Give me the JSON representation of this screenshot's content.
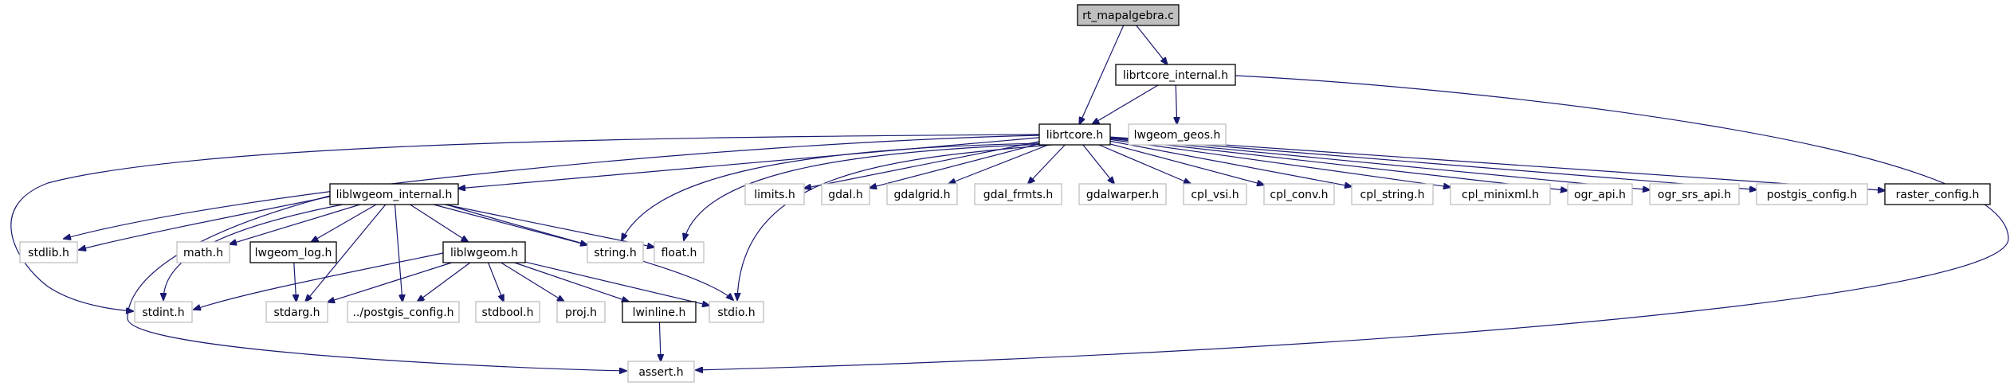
{
  "diagram": {
    "nodes": [
      {
        "id": "rt_mapalgebra_c",
        "label": "rt_mapalgebra.c",
        "style": "root"
      },
      {
        "id": "librtcore_internal_h",
        "label": "librtcore_internal.h",
        "style": "documented"
      },
      {
        "id": "librtcore_h",
        "label": "librtcore.h",
        "style": "documented"
      },
      {
        "id": "lwgeom_geos_h",
        "label": "lwgeom_geos.h",
        "style": "external"
      },
      {
        "id": "liblwgeom_internal_h",
        "label": "liblwgeom_internal.h",
        "style": "documented"
      },
      {
        "id": "limits_h",
        "label": "limits.h",
        "style": "external"
      },
      {
        "id": "gdal_h",
        "label": "gdal.h",
        "style": "external"
      },
      {
        "id": "gdalgrid_h",
        "label": "gdalgrid.h",
        "style": "external"
      },
      {
        "id": "gdal_frmts_h",
        "label": "gdal_frmts.h",
        "style": "external"
      },
      {
        "id": "gdalwarper_h",
        "label": "gdalwarper.h",
        "style": "external"
      },
      {
        "id": "cpl_vsi_h",
        "label": "cpl_vsi.h",
        "style": "external"
      },
      {
        "id": "cpl_conv_h",
        "label": "cpl_conv.h",
        "style": "external"
      },
      {
        "id": "cpl_string_h",
        "label": "cpl_string.h",
        "style": "external"
      },
      {
        "id": "cpl_minixml_h",
        "label": "cpl_minixml.h",
        "style": "external"
      },
      {
        "id": "ogr_api_h",
        "label": "ogr_api.h",
        "style": "external"
      },
      {
        "id": "ogr_srs_api_h",
        "label": "ogr_srs_api.h",
        "style": "external"
      },
      {
        "id": "postgis_config_h",
        "label": "postgis_config.h",
        "style": "external"
      },
      {
        "id": "raster_config_h",
        "label": "raster_config.h",
        "style": "documented"
      },
      {
        "id": "stdlib_h",
        "label": "stdlib.h",
        "style": "external"
      },
      {
        "id": "math_h",
        "label": "math.h",
        "style": "external"
      },
      {
        "id": "lwgeom_log_h",
        "label": "lwgeom_log.h",
        "style": "documented"
      },
      {
        "id": "liblwgeom_h",
        "label": "liblwgeom.h",
        "style": "documented"
      },
      {
        "id": "string_h",
        "label": "string.h",
        "style": "external"
      },
      {
        "id": "float_h",
        "label": "float.h",
        "style": "external"
      },
      {
        "id": "stdint_h",
        "label": "stdint.h",
        "style": "external"
      },
      {
        "id": "stdarg_h",
        "label": "stdarg.h",
        "style": "external"
      },
      {
        "id": "dotdot_postgis_config_h",
        "label": "../postgis_config.h",
        "style": "external"
      },
      {
        "id": "stdbool_h",
        "label": "stdbool.h",
        "style": "external"
      },
      {
        "id": "proj_h",
        "label": "proj.h",
        "style": "external"
      },
      {
        "id": "lwinline_h",
        "label": "lwinline.h",
        "style": "documented"
      },
      {
        "id": "stdio_h",
        "label": "stdio.h",
        "style": "external"
      },
      {
        "id": "assert_h",
        "label": "assert.h",
        "style": "external"
      }
    ],
    "edges": [
      [
        "rt_mapalgebra_c",
        "librtcore_internal_h"
      ],
      [
        "rt_mapalgebra_c",
        "librtcore_h"
      ],
      [
        "librtcore_internal_h",
        "librtcore_h"
      ],
      [
        "librtcore_internal_h",
        "lwgeom_geos_h"
      ],
      [
        "librtcore_internal_h",
        "assert_h"
      ],
      [
        "librtcore_h",
        "stdint_h"
      ],
      [
        "librtcore_h",
        "stdlib_h"
      ],
      [
        "librtcore_h",
        "liblwgeom_internal_h"
      ],
      [
        "librtcore_h",
        "string_h"
      ],
      [
        "librtcore_h",
        "float_h"
      ],
      [
        "librtcore_h",
        "stdio_h"
      ],
      [
        "librtcore_h",
        "limits_h"
      ],
      [
        "librtcore_h",
        "gdal_h"
      ],
      [
        "librtcore_h",
        "gdalgrid_h"
      ],
      [
        "librtcore_h",
        "gdal_frmts_h"
      ],
      [
        "librtcore_h",
        "gdalwarper_h"
      ],
      [
        "librtcore_h",
        "cpl_vsi_h"
      ],
      [
        "librtcore_h",
        "cpl_conv_h"
      ],
      [
        "librtcore_h",
        "cpl_string_h"
      ],
      [
        "librtcore_h",
        "cpl_minixml_h"
      ],
      [
        "librtcore_h",
        "ogr_api_h"
      ],
      [
        "librtcore_h",
        "ogr_srs_api_h"
      ],
      [
        "librtcore_h",
        "postgis_config_h"
      ],
      [
        "librtcore_h",
        "raster_config_h"
      ],
      [
        "liblwgeom_internal_h",
        "stdlib_h"
      ],
      [
        "liblwgeom_internal_h",
        "stdint_h"
      ],
      [
        "liblwgeom_internal_h",
        "assert_h"
      ],
      [
        "liblwgeom_internal_h",
        "math_h"
      ],
      [
        "liblwgeom_internal_h",
        "lwgeom_log_h"
      ],
      [
        "liblwgeom_internal_h",
        "stdarg_h"
      ],
      [
        "liblwgeom_internal_h",
        "dotdot_postgis_config_h"
      ],
      [
        "liblwgeom_internal_h",
        "liblwgeom_h"
      ],
      [
        "liblwgeom_internal_h",
        "string_h"
      ],
      [
        "liblwgeom_internal_h",
        "float_h"
      ],
      [
        "liblwgeom_internal_h",
        "stdio_h"
      ],
      [
        "lwgeom_log_h",
        "stdarg_h"
      ],
      [
        "liblwgeom_h",
        "stdint_h"
      ],
      [
        "liblwgeom_h",
        "stdarg_h"
      ],
      [
        "liblwgeom_h",
        "dotdot_postgis_config_h"
      ],
      [
        "liblwgeom_h",
        "stdbool_h"
      ],
      [
        "liblwgeom_h",
        "proj_h"
      ],
      [
        "liblwgeom_h",
        "lwinline_h"
      ],
      [
        "liblwgeom_h",
        "stdio_h"
      ],
      [
        "lwinline_h",
        "assert_h"
      ]
    ],
    "colors": {
      "edge": "#191970",
      "root_fill": "#bfbfbf",
      "root_border": "#000000",
      "documented_border": "#000000",
      "external_border": "#bfbfbf",
      "text": "#000000"
    }
  }
}
